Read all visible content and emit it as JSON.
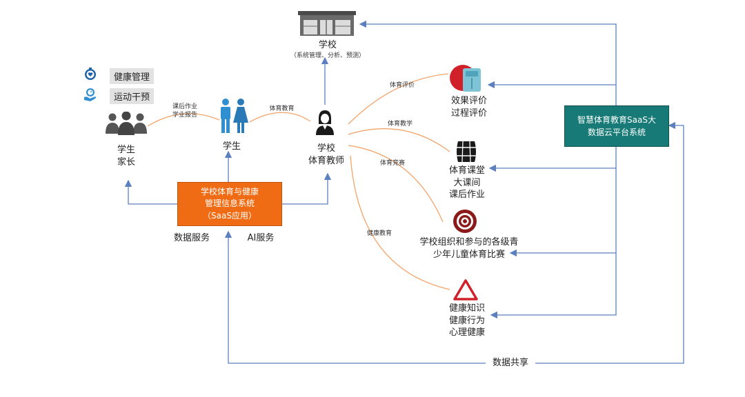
{
  "school": {
    "title": "学校",
    "subtitle": "（系统管理、分析、预测）"
  },
  "legend": [
    {
      "label": "健康管理",
      "icon": "stopwatch-heart-icon"
    },
    {
      "label": "运动干预",
      "icon": "hand-timer-icon"
    }
  ],
  "parents": {
    "label": "学生\n家长",
    "icon": "group-people-icon"
  },
  "students": {
    "label": "学生",
    "icon": "boy-girl-icon"
  },
  "teacher": {
    "label": "学校\n体育教师",
    "icon": "teacher-icon"
  },
  "edge_labels": {
    "homework": "课后作业\n学业报告",
    "pe_education": "体育教育",
    "pe_evaluation": "体育评价",
    "pe_teaching": "体育教学",
    "pe_competition": "体育竞赛",
    "health_education": "健康教育"
  },
  "outcomes": {
    "evaluation": "效果评价\n过程评价",
    "classroom": "体育课堂\n大课间\n课后作业",
    "competition": "学校组织和参与的各级青\n少年儿童体育比赛",
    "health": "健康知识\n健康行为\n心理健康"
  },
  "orange_box": "学校体育与健康\n管理信息系统\n（SaaS应用）",
  "teal_box": "智慧体育教育SaaS大\n数据云平台系统",
  "services": {
    "data": "数据服务",
    "ai": "AI服务"
  },
  "data_sharing": "数据共享",
  "colors": {
    "orange": "#f06c14",
    "teal": "#177a76",
    "arrow": "#5b7fbf",
    "curve": "#f2a46a"
  }
}
